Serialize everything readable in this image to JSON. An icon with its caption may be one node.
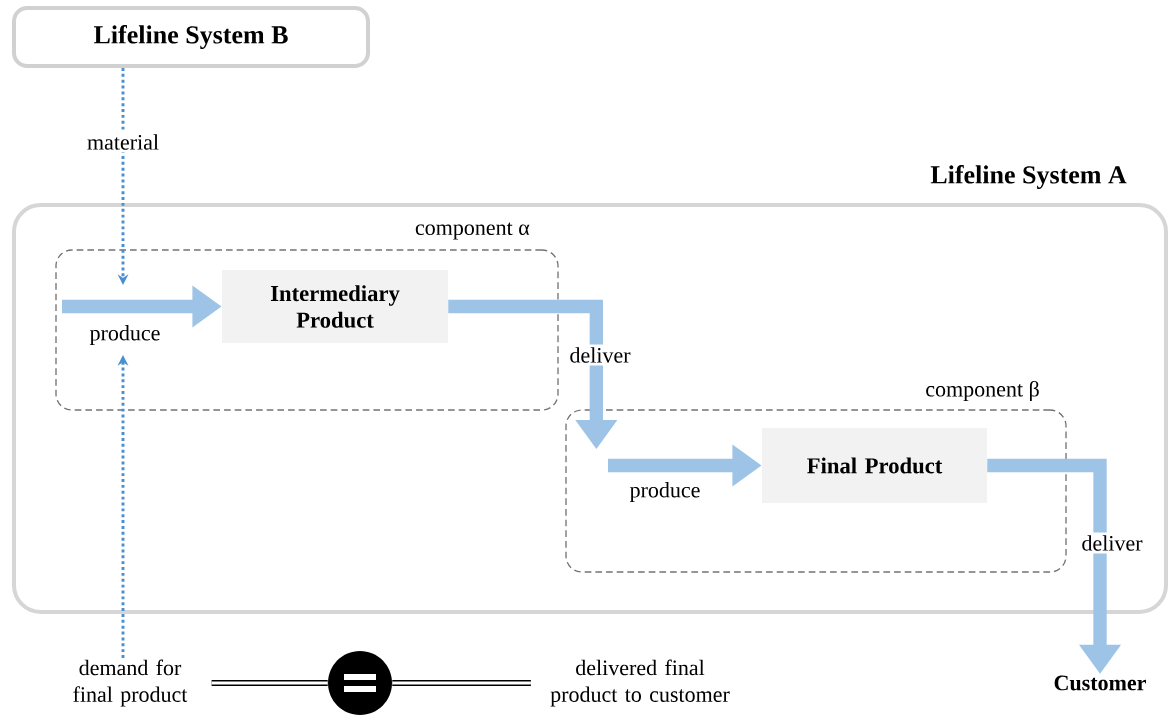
{
  "diagram": {
    "nodes": [
      {
        "text": [
          "Lifeline System B"
        ]
      },
      {
        "text": [
          "Lifeline System A"
        ]
      },
      {
        "text": [
          "component α"
        ],
        "in": 1
      },
      {
        "text": [
          "Intermediary Product"
        ],
        "in": 2
      },
      {
        "text": [
          "component β"
        ],
        "in": 1
      },
      {
        "text": [
          "Final Product"
        ],
        "in": 4
      },
      {
        "text": [
          "Customer"
        ]
      },
      {
        "text": [
          "demand for final product"
        ]
      },
      {
        "text": [
          "delivered final product to customer"
        ]
      },
      {
        "text": [],
        "shape": "circle"
      }
    ],
    "edges": [
      {
        "from": 0,
        "to": null,
        "arrow": "to",
        "label": "material",
        "style": "dashed",
        "color": "#4a90d0"
      },
      {
        "from": 7,
        "to": null,
        "arrow": "to",
        "style": "dashed",
        "color": "#4a90d0"
      },
      {
        "from": null,
        "to": 3,
        "arrow": "to",
        "label": "produce",
        "style": "thick",
        "color": "#9dc3e6"
      },
      {
        "from": 3,
        "to": 4,
        "arrow": "to",
        "label": "deliver",
        "style": "thick",
        "color": "#9dc3e6"
      },
      {
        "from": null,
        "to": 5,
        "arrow": "to",
        "label": "produce",
        "style": "thick",
        "color": "#9dc3e6"
      },
      {
        "from": 5,
        "to": 6,
        "arrow": "to",
        "label": "deliver",
        "style": "thick",
        "color": "#9dc3e6"
      },
      {
        "from": 7,
        "to": 9,
        "arrow": "none",
        "color": "#000000"
      },
      {
        "from": 9,
        "to": 8,
        "arrow": "none",
        "color": "#000000"
      }
    ]
  }
}
